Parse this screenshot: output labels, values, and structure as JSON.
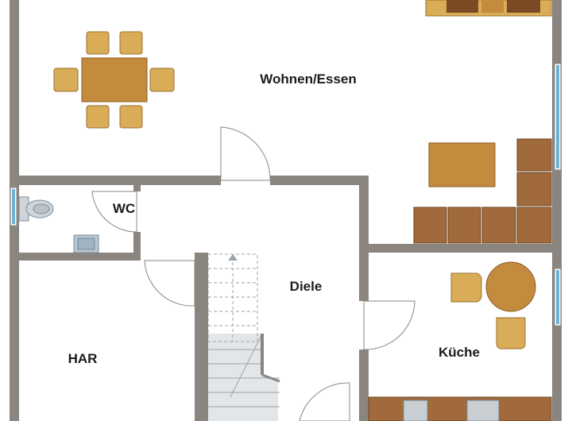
{
  "plan": {
    "rooms": {
      "wohnen": "Wohnen/Essen",
      "wc": "WC",
      "diele": "Diele",
      "har": "HAR",
      "kueche": "Küche"
    }
  },
  "colors": {
    "wall": "#8b8580",
    "furniture_light": "#d9ac58",
    "furniture_dark": "#a06a3c",
    "furniture_wood": "#c48a3e",
    "stair_fill": "#e3e6e8",
    "window_blue": "#6fb0d6"
  },
  "icons": [
    "dining-table-icon",
    "chair-icon",
    "sofa-icon",
    "coffee-table-icon",
    "toilet-icon",
    "sink-icon",
    "stair-icon",
    "door-swing-icon",
    "window-icon",
    "kitchen-counter-icon",
    "round-table-icon"
  ]
}
